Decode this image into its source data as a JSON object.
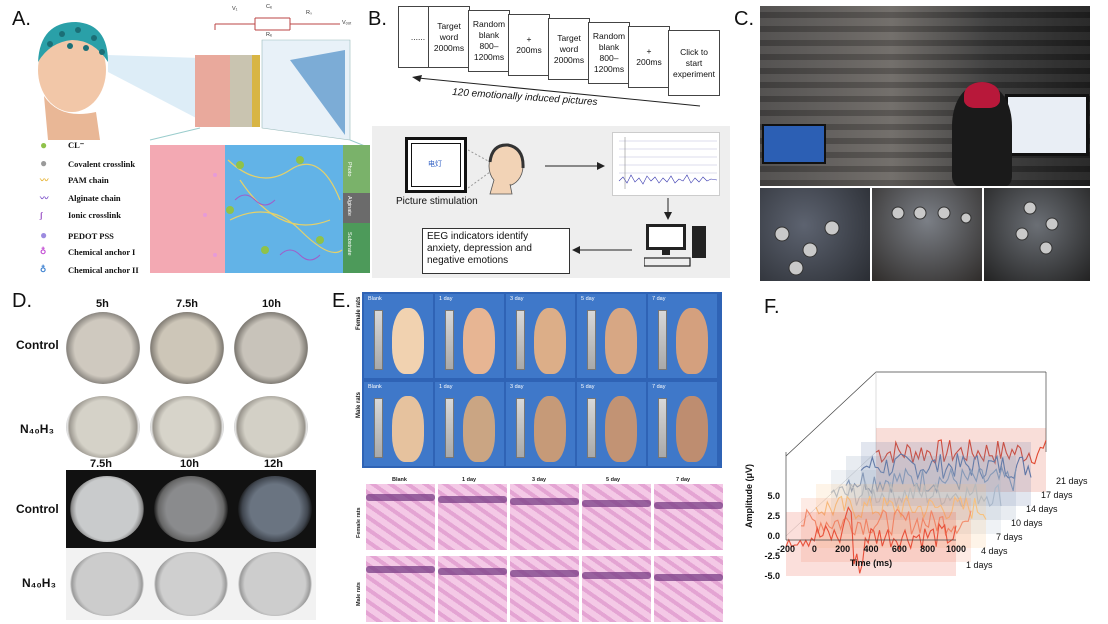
{
  "panels": {
    "a": "A.",
    "b": "B.",
    "c": "C.",
    "d": "D.",
    "e": "E.",
    "f": "F."
  },
  "panel_a": {
    "legend": [
      "CL⁻",
      "Covalent crosslink",
      "PAM chain",
      "Alginate chain",
      "Ionic crosslink",
      "PEDOT PSS",
      "Chemical anchor I",
      "Chemical anchor II"
    ],
    "side_labels": [
      "Photo",
      "Alginate",
      "Substrate"
    ],
    "circuit": {
      "v1": "V₁",
      "ce": "Cₑ",
      "re": "Rₑ",
      "rs": "Rₛ",
      "vout": "Vₒᵤₜ"
    }
  },
  "panel_b": {
    "boxes": [
      "......",
      "Target\nword\n2000ms",
      "Random\nblank\n800–\n1200ms",
      "+\n200ms",
      "Target\nword\n2000ms",
      "Random\nblank\n800–\n1200ms",
      "+\n200ms",
      "Click to\nstart\nexperiment"
    ],
    "arrow_text": "120 emotionally induced pictures",
    "screen_word": "电灯",
    "stim_label": "Picture stimulation",
    "eeg_text": "EEG indicators  identify\nanxiety, depression and\nnegative emotions"
  },
  "panel_d": {
    "top_times": [
      "5h",
      "7.5h",
      "10h"
    ],
    "bottom_times": [
      "7.5h",
      "10h",
      "12h"
    ],
    "rows": [
      "Control",
      "N₄₀H₃",
      "Control",
      "N₄₀H₃"
    ]
  },
  "panel_e": {
    "photo_cols": [
      "Blank",
      "1 day",
      "3 day",
      "5 day",
      "7 day"
    ],
    "photo_rows": [
      "Female rats",
      "Male rats"
    ],
    "hist_cols": [
      "Blank",
      "1 day",
      "3 day",
      "5 day",
      "7 day"
    ],
    "hist_rows": [
      "Female rats",
      "Male rats"
    ]
  },
  "chart_data": {
    "type": "line",
    "xlabel": "Time (ms)",
    "ylabel": "Amplitude (μV)",
    "x_ticks": [
      -200,
      0,
      200,
      400,
      600,
      800,
      1000
    ],
    "y_ticks": [
      5.0,
      2.5,
      0.0,
      -2.5,
      -5.0
    ],
    "xlim": [
      -200,
      1000
    ],
    "ylim": [
      -5,
      5
    ],
    "series": [
      {
        "name": "1 days",
        "color": "#e8503a"
      },
      {
        "name": "4 days",
        "color": "#f28f6e"
      },
      {
        "name": "7 days",
        "color": "#f7c27e"
      },
      {
        "name": "10 days",
        "color": "#a9b7c9"
      },
      {
        "name": "14 days",
        "color": "#7f93b4"
      },
      {
        "name": "17 days",
        "color": "#5f76a6"
      },
      {
        "name": "21 days",
        "color": "#e0472f"
      }
    ]
  }
}
